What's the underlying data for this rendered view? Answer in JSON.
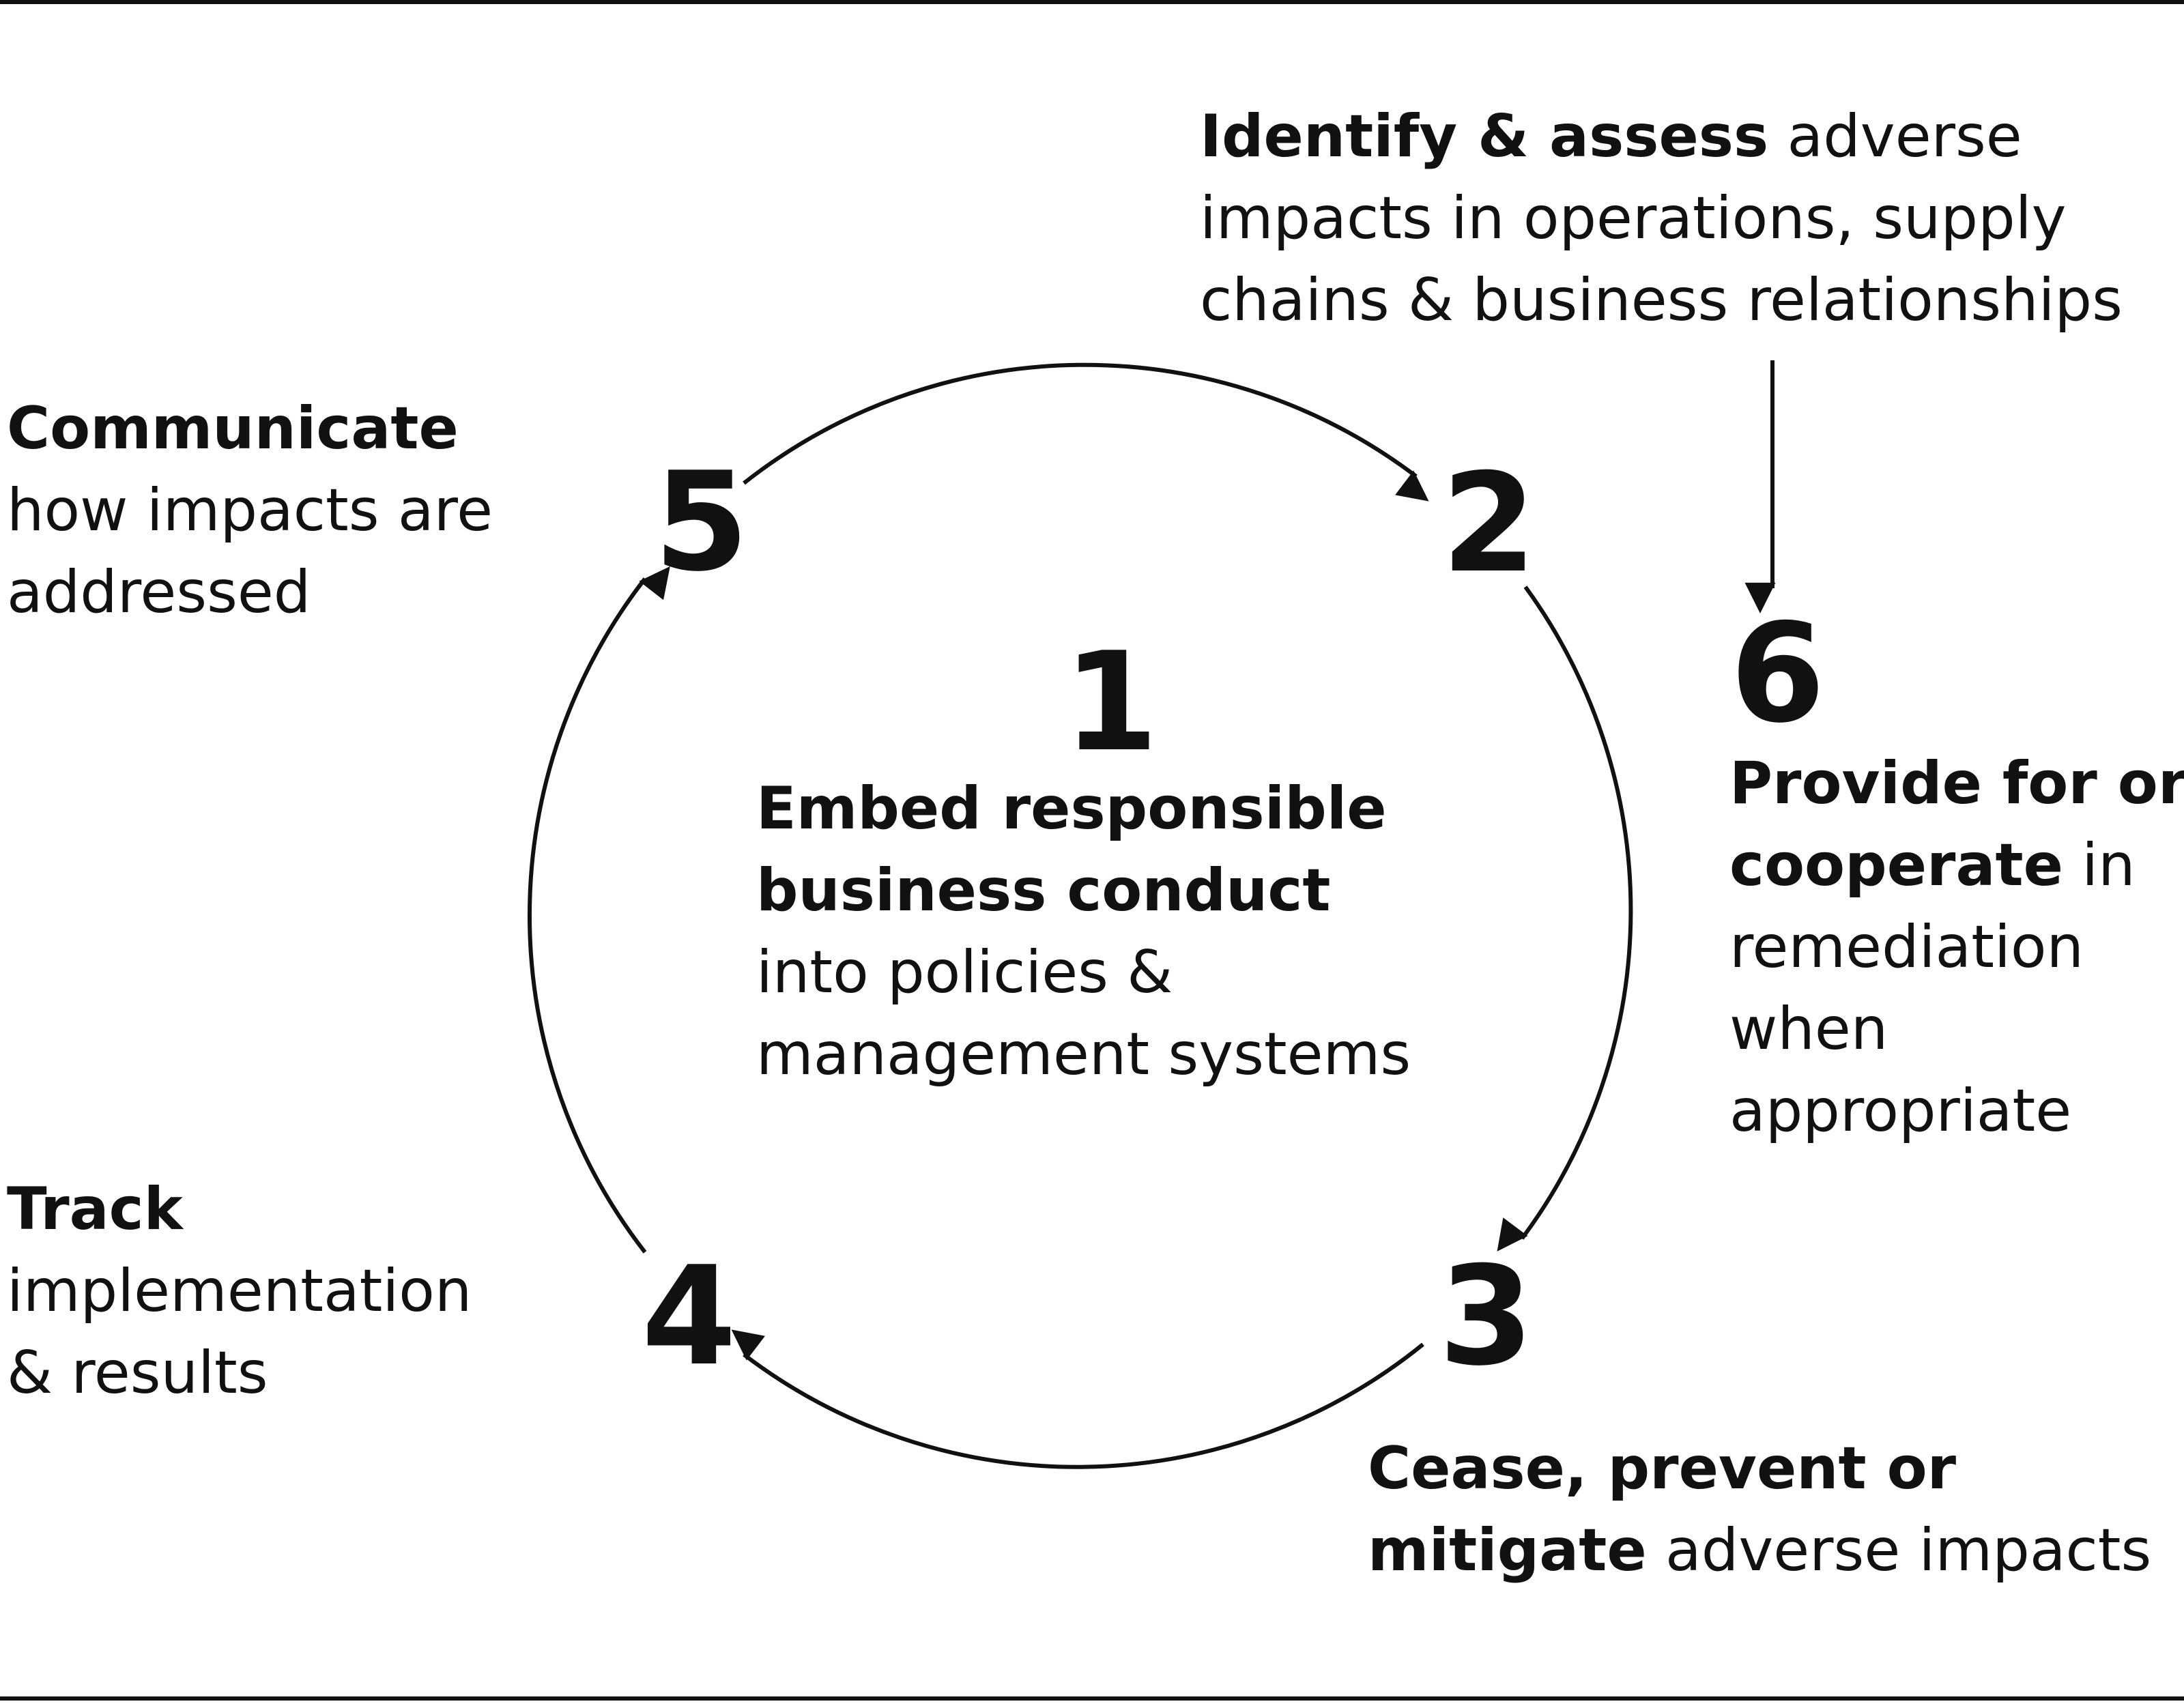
{
  "steps": {
    "s1": {
      "number": "1",
      "bold": [
        "Embed responsible",
        "business conduct"
      ],
      "rest": [
        "into policies &",
        "management systems"
      ]
    },
    "s2": {
      "number": "2",
      "bold": "Identify & assess",
      "rest": [
        " adverse",
        "impacts in operations, supply",
        "chains & business relationships"
      ]
    },
    "s3": {
      "number": "3",
      "bold": [
        "Cease, prevent or",
        "mitigate"
      ],
      "rest": " adverse impacts"
    },
    "s4": {
      "number": "4",
      "bold": "Track",
      "rest": [
        "implementation",
        "& results"
      ]
    },
    "s5": {
      "number": "5",
      "bold": "Communicate",
      "rest": [
        "how impacts are",
        "addressed"
      ]
    },
    "s6": {
      "number": "6",
      "bold": [
        "Provide for or",
        "cooperate"
      ],
      "rest": [
        " in",
        "remediation",
        "when",
        "appropriate"
      ]
    }
  },
  "colors": {
    "ink": "#111111",
    "background": "#ffffff"
  }
}
